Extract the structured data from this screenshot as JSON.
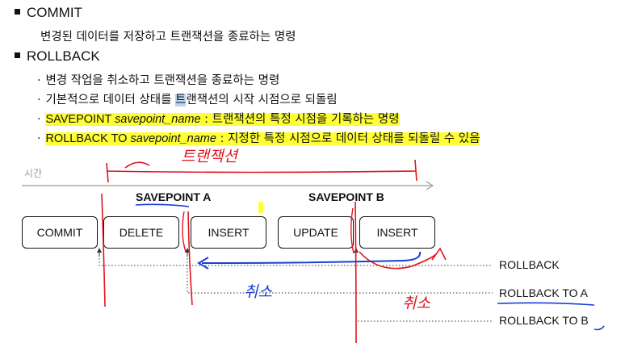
{
  "commit": {
    "title": "COMMIT",
    "desc": "변경된 데이터를 저장하고 트랜잭션을 종료하는 명령"
  },
  "rollback": {
    "title": "ROLLBACK",
    "items": [
      {
        "plain": "변경 작업을 취소하고 트랜잭션을 종료하는 명령"
      },
      {
        "pre": "기본적으로 데이터 상태를 ",
        "hl": "트",
        "post": "랜잭션의 시작 시점으로 되돌림"
      },
      {
        "a": "SAVEPOINT ",
        "b": "savepoint_name",
        "c": " : 트랜잭션의 특정 시점을 기록하는 명령"
      },
      {
        "a": "ROLLBACK TO ",
        "b": "savepoint_name",
        "c": " : 지정한 특정 시점으로 데이터 상태를 되돌릴 수 있음"
      }
    ]
  },
  "diagram": {
    "axis_label": "시간",
    "savepoint_a": "SAVEPOINT A",
    "savepoint_b": "SAVEPOINT B",
    "boxes": [
      "COMMIT",
      "DELETE",
      "INSERT",
      "UPDATE",
      "INSERT"
    ],
    "rollback_labels": [
      "ROLLBACK",
      "ROLLBACK TO A",
      "ROLLBACK TO B"
    ],
    "handwriting": {
      "transaction": "트랜잭션",
      "cancel1": "취소",
      "cancel2": "취소"
    },
    "colors": {
      "highlight": "#ffff33",
      "red_pen": "#e0141e",
      "blue_pen": "#1a3fd6"
    }
  }
}
